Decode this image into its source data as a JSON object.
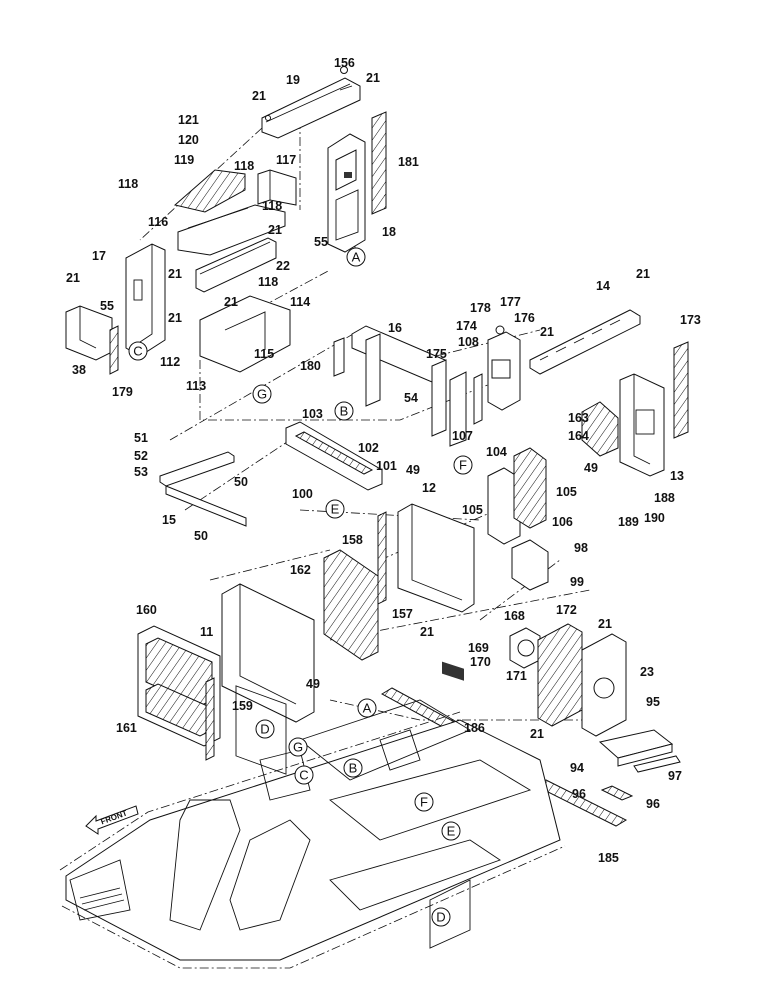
{
  "callouts": [
    {
      "label": "156"
    },
    {
      "label": "21"
    },
    {
      "label": "19"
    },
    {
      "label": "21"
    },
    {
      "label": "121"
    },
    {
      "label": "120"
    },
    {
      "label": "181"
    },
    {
      "label": "119"
    },
    {
      "label": "118"
    },
    {
      "label": "117"
    },
    {
      "label": "118"
    },
    {
      "label": "118"
    },
    {
      "label": "116"
    },
    {
      "label": "21"
    },
    {
      "label": "55"
    },
    {
      "label": "18"
    },
    {
      "label": "17"
    },
    {
      "label": "21"
    },
    {
      "label": "22"
    },
    {
      "label": "21"
    },
    {
      "label": "118"
    },
    {
      "label": "21"
    },
    {
      "label": "55"
    },
    {
      "label": "21"
    },
    {
      "label": "114"
    },
    {
      "label": "38"
    },
    {
      "label": "179"
    },
    {
      "label": "112"
    },
    {
      "label": "115"
    },
    {
      "label": "113"
    },
    {
      "label": "16"
    },
    {
      "label": "178"
    },
    {
      "label": "177"
    },
    {
      "label": "176"
    },
    {
      "label": "174"
    },
    {
      "label": "21"
    },
    {
      "label": "14"
    },
    {
      "label": "21"
    },
    {
      "label": "173"
    },
    {
      "label": "180"
    },
    {
      "label": "175"
    },
    {
      "label": "108"
    },
    {
      "label": "54"
    },
    {
      "label": "107"
    },
    {
      "label": "103"
    },
    {
      "label": "102"
    },
    {
      "label": "101"
    },
    {
      "label": "49"
    },
    {
      "label": "100"
    },
    {
      "label": "104"
    },
    {
      "label": "12"
    },
    {
      "label": "105"
    },
    {
      "label": "105"
    },
    {
      "label": "106"
    },
    {
      "label": "163"
    },
    {
      "label": "164"
    },
    {
      "label": "49"
    },
    {
      "label": "13"
    },
    {
      "label": "188"
    },
    {
      "label": "189"
    },
    {
      "label": "190"
    },
    {
      "label": "51"
    },
    {
      "label": "52"
    },
    {
      "label": "53"
    },
    {
      "label": "50"
    },
    {
      "label": "15"
    },
    {
      "label": "50"
    },
    {
      "label": "158"
    },
    {
      "label": "98"
    },
    {
      "label": "99"
    },
    {
      "label": "162"
    },
    {
      "label": "157"
    },
    {
      "label": "160"
    },
    {
      "label": "11"
    },
    {
      "label": "21"
    },
    {
      "label": "168"
    },
    {
      "label": "172"
    },
    {
      "label": "21"
    },
    {
      "label": "169"
    },
    {
      "label": "170"
    },
    {
      "label": "171"
    },
    {
      "label": "23"
    },
    {
      "label": "49"
    },
    {
      "label": "159"
    },
    {
      "label": "161"
    },
    {
      "label": "186"
    },
    {
      "label": "95"
    },
    {
      "label": "21"
    },
    {
      "label": "94"
    },
    {
      "label": "97"
    },
    {
      "label": "96"
    },
    {
      "label": "96"
    },
    {
      "label": "185"
    }
  ],
  "reference_circles": [
    {
      "letter": "A"
    },
    {
      "letter": "C"
    },
    {
      "letter": "G"
    },
    {
      "letter": "B"
    },
    {
      "letter": "E"
    },
    {
      "letter": "F"
    },
    {
      "letter": "D"
    },
    {
      "letter": "A"
    },
    {
      "letter": "G"
    },
    {
      "letter": "C"
    },
    {
      "letter": "B"
    },
    {
      "letter": "F"
    },
    {
      "letter": "E"
    },
    {
      "letter": "D"
    }
  ],
  "front_arrow_label": "FRONT"
}
